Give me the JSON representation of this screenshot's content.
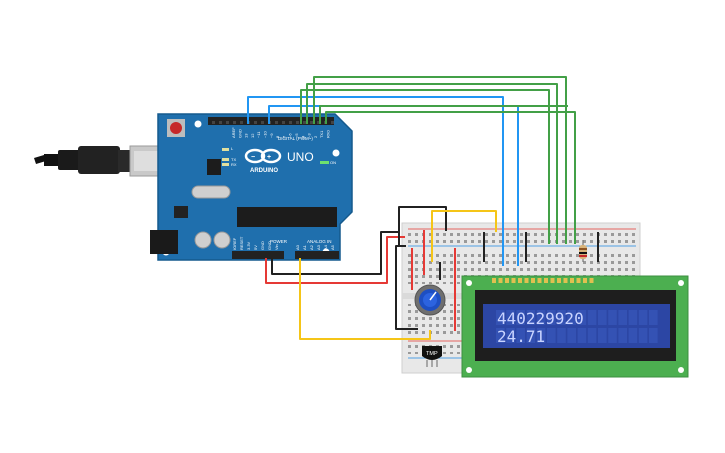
{
  "arduino": {
    "brand": "ARDUINO",
    "model": "UNO",
    "digital_header": "DIGITAL (PWM~)",
    "power_header": "POWER",
    "analog_header": "ANALOG IN",
    "led_l": "L",
    "led_tx": "TX",
    "led_rx": "RX",
    "led_on": "ON",
    "digital_pins": [
      "AREF",
      "GND",
      "13",
      "12",
      "~11",
      "~10",
      "~9",
      "8",
      "7",
      "~6",
      "~5",
      "4",
      "~3",
      "2",
      "TX1",
      "RX0"
    ],
    "power_pins": [
      "IOREF",
      "RESET",
      "3.3V",
      "5V",
      "GND",
      "GND",
      "Vin"
    ],
    "analog_pins": [
      "A0",
      "A1",
      "A2",
      "A3",
      "A4",
      "A5"
    ]
  },
  "sensor": {
    "label": "TMP"
  },
  "lcd": {
    "line1": "440229920",
    "line2": "24.71",
    "colors": {
      "pcb": "#4caf50",
      "screen": "#2c46a4",
      "text": "#c9d4ff",
      "bezel": "#1e1e1e"
    }
  },
  "wire_colors": {
    "red": "#e53935",
    "black": "#212121",
    "yellow": "#f5c518",
    "blue": "#2196f3",
    "green": "#43a047"
  }
}
